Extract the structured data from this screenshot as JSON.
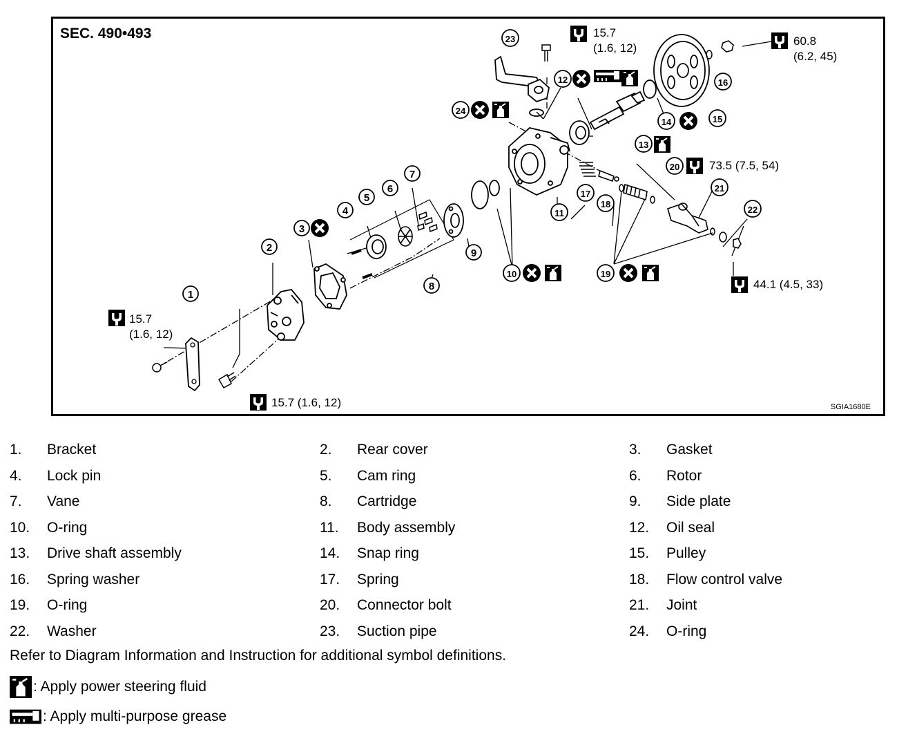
{
  "diagram": {
    "section_title": "SEC. 490•493",
    "image_code": "SGIA1680E",
    "callout_numbers": [
      "1",
      "2",
      "3",
      "4",
      "5",
      "6",
      "7",
      "8",
      "9",
      "10",
      "11",
      "12",
      "13",
      "14",
      "15",
      "16",
      "17",
      "18",
      "19",
      "20",
      "21",
      "22",
      "23",
      "24"
    ],
    "torque_specs": {
      "bracket_bolt": [
        "15.7",
        "(1.6, 12)"
      ],
      "rear_cover_bolt": [
        "15.7 (1.6, 12)"
      ],
      "suction_pipe_bolt": [
        "15.7",
        "(1.6, 12)"
      ],
      "pulley_nut": [
        "60.8",
        "(6.2, 45)"
      ],
      "connector_bolt": [
        "73.5 (7.5, 54)"
      ],
      "joint_nut": [
        "44.1 (4.5, 33)"
      ]
    }
  },
  "parts": [
    {
      "num": "1.",
      "name": "Bracket"
    },
    {
      "num": "2.",
      "name": "Rear cover"
    },
    {
      "num": "3.",
      "name": "Gasket"
    },
    {
      "num": "4.",
      "name": "Lock pin"
    },
    {
      "num": "5.",
      "name": "Cam ring"
    },
    {
      "num": "6.",
      "name": "Rotor"
    },
    {
      "num": "7.",
      "name": "Vane"
    },
    {
      "num": "8.",
      "name": "Cartridge"
    },
    {
      "num": "9.",
      "name": "Side plate"
    },
    {
      "num": "10.",
      "name": "O-ring"
    },
    {
      "num": "11.",
      "name": "Body assembly"
    },
    {
      "num": "12.",
      "name": "Oil seal"
    },
    {
      "num": "13.",
      "name": "Drive shaft assembly"
    },
    {
      "num": "14.",
      "name": "Snap ring"
    },
    {
      "num": "15.",
      "name": "Pulley"
    },
    {
      "num": "16.",
      "name": "Spring washer"
    },
    {
      "num": "17.",
      "name": "Spring"
    },
    {
      "num": "18.",
      "name": "Flow control valve"
    },
    {
      "num": "19.",
      "name": "O-ring"
    },
    {
      "num": "20.",
      "name": "Connector bolt"
    },
    {
      "num": "21.",
      "name": "Joint"
    },
    {
      "num": "22.",
      "name": "Washer"
    },
    {
      "num": "23.",
      "name": "Suction pipe"
    },
    {
      "num": "24.",
      "name": "O-ring"
    }
  ],
  "note": "Refer to Diagram Information and Instruction for additional symbol definitions.",
  "legend": {
    "fluid": ": Apply power steering fluid",
    "grease": ": Apply multi-purpose grease"
  },
  "icons": {
    "torque": "torque-wrench-icon",
    "replace": "do-not-reuse-icon",
    "fluid": "power-steering-fluid-icon",
    "grease": "multi-purpose-grease-icon"
  }
}
